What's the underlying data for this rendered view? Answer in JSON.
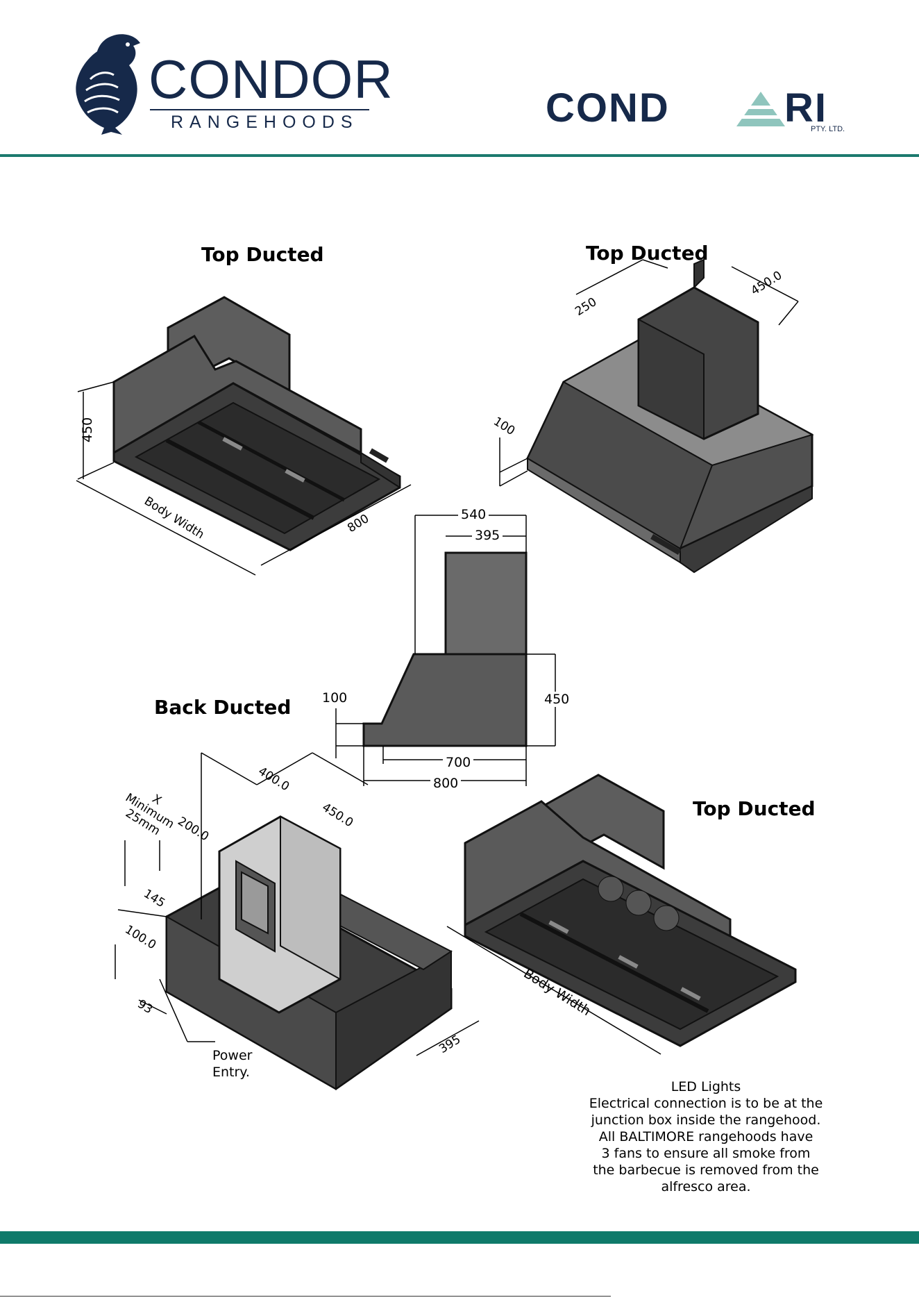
{
  "header": {
    "condor_logo": {
      "name": "CONDOR",
      "sub": "RANGEHOODS"
    },
    "condari_logo": {
      "name_left": "COND",
      "name_right": "RI",
      "suffix": "PTY. LTD."
    },
    "rule_color": "#1b7a6e"
  },
  "views": {
    "top_left": {
      "title": "Top Ducted",
      "dims": {
        "height": "450",
        "depth": "800",
        "width": "Body Width"
      }
    },
    "top_right": {
      "title": "Top Ducted",
      "dims": {
        "flue_a": "250",
        "flue_b": "450.0",
        "lip": "100"
      }
    },
    "side": {
      "dims": {
        "top_outer": "540",
        "top_inner": "395",
        "lip": "100",
        "height": "450",
        "inner_depth": "700",
        "depth": "800"
      }
    },
    "back": {
      "title": "Back Ducted",
      "dims": {
        "x_min": "X\nMinimum\n25mm",
        "a": "400.0",
        "b": "450.0",
        "c": "200.0",
        "d": "145",
        "e": "100.0",
        "f": "93",
        "g": "395"
      },
      "callout": "Power\nEntry."
    },
    "bottom_right": {
      "title": "Top Ducted",
      "dims": {
        "width": "Body Width"
      }
    }
  },
  "notes": [
    "LED Lights",
    "Electrical connection is to be at the",
    "junction box inside the rangehood.",
    "All BALTIMORE rangehoods have",
    "3 fans to ensure all smoke from",
    "the barbecue is removed from the",
    "alfresco area."
  ],
  "footer": {
    "bar_color": "#0f7a6a"
  }
}
